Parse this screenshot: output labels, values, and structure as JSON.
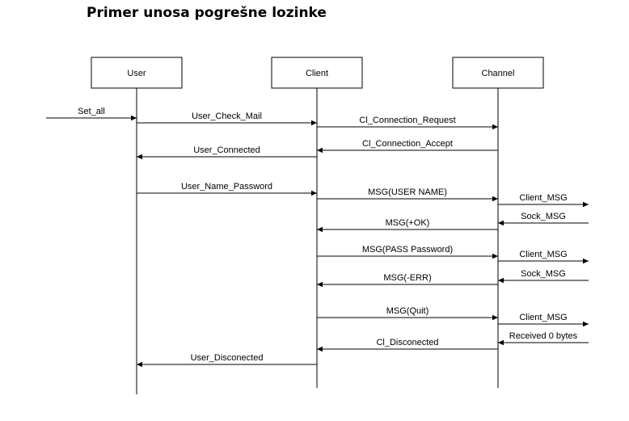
{
  "title": "Primer unosa pogrešne lozinke",
  "lifelines": [
    {
      "id": "user",
      "label": "User"
    },
    {
      "id": "client",
      "label": "Client"
    },
    {
      "id": "channel",
      "label": "Channel"
    }
  ],
  "messages": [
    {
      "id": "set-all",
      "label": "Set_all",
      "from": "external-left",
      "to": "user"
    },
    {
      "id": "user-check-mail",
      "label": "User_Check_Mail",
      "from": "user",
      "to": "client"
    },
    {
      "id": "cl-connection-request",
      "label": "Cl_Connection_Request",
      "from": "client",
      "to": "channel"
    },
    {
      "id": "cl-connection-accept",
      "label": "Cl_Connection_Accept",
      "from": "channel",
      "to": "client"
    },
    {
      "id": "user-connected",
      "label": "User_Connected",
      "from": "client",
      "to": "user"
    },
    {
      "id": "user-name-password",
      "label": "User_Name_Password",
      "from": "user",
      "to": "client"
    },
    {
      "id": "msg-user-name",
      "label": "MSG(USER NAME)",
      "from": "client",
      "to": "channel"
    },
    {
      "id": "client-msg-1",
      "label": "Client_MSG",
      "from": "channel",
      "to": "external-right"
    },
    {
      "id": "sock-msg-1",
      "label": "Sock_MSG",
      "from": "external-right",
      "to": "channel"
    },
    {
      "id": "msg-ok",
      "label": "MSG(+OK)",
      "from": "channel",
      "to": "client"
    },
    {
      "id": "msg-pass-password",
      "label": "MSG(PASS Password)",
      "from": "client",
      "to": "channel"
    },
    {
      "id": "client-msg-2",
      "label": "Client_MSG",
      "from": "channel",
      "to": "external-right"
    },
    {
      "id": "sock-msg-2",
      "label": "Sock_MSG",
      "from": "external-right",
      "to": "channel"
    },
    {
      "id": "msg-err",
      "label": "MSG(-ERR)",
      "from": "channel",
      "to": "client"
    },
    {
      "id": "msg-quit",
      "label": "MSG(Quit)",
      "from": "client",
      "to": "channel"
    },
    {
      "id": "client-msg-3",
      "label": "Client_MSG",
      "from": "channel",
      "to": "external-right"
    },
    {
      "id": "received-0-bytes",
      "label": "Received 0 bytes",
      "from": "external-right",
      "to": "channel"
    },
    {
      "id": "cl-disconected",
      "label": "Cl_Disconected",
      "from": "channel",
      "to": "client"
    },
    {
      "id": "user-disconected",
      "label": "User_Disconected",
      "from": "client",
      "to": "user"
    }
  ]
}
